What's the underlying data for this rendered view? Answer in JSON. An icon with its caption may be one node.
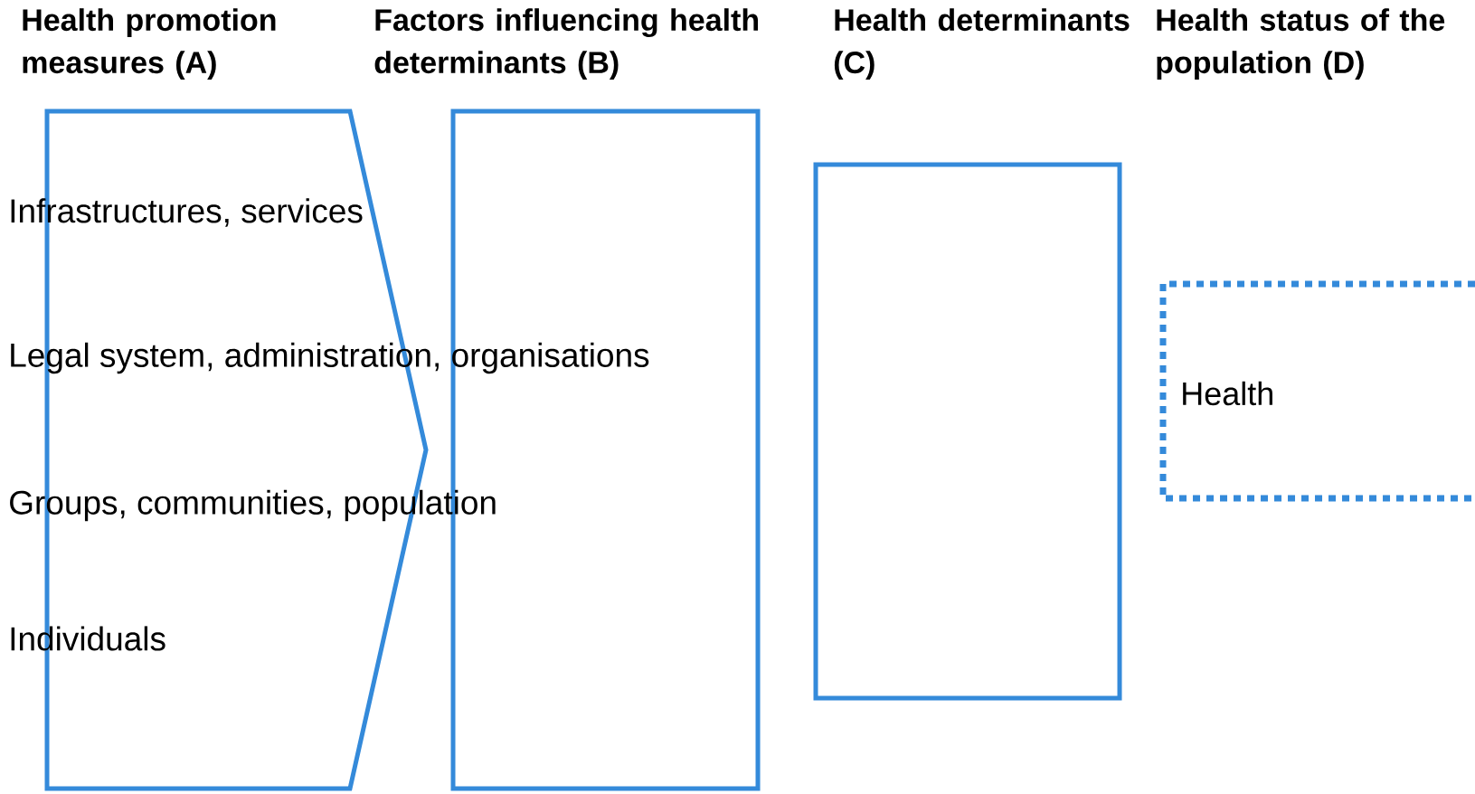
{
  "diagram": {
    "nodes": [
      {
        "text": [
          "Health promotion measures (A)"
        ]
      },
      {
        "text": [
          "Factors influencing health determinants (B)"
        ]
      },
      {
        "text": [
          "Health determinants (C)"
        ]
      },
      {
        "text": [
          "Health status of the population (D)",
          "Health"
        ]
      }
    ],
    "labels": [
      "Infrastructures, services",
      "Legal system, administration, organisations",
      "Groups, communities, population",
      "Individuals"
    ]
  }
}
